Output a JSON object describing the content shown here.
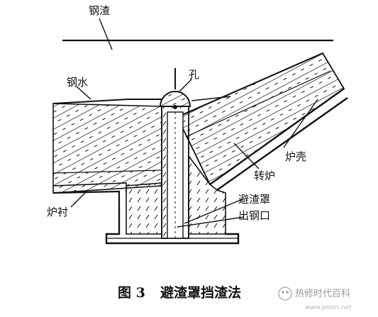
{
  "labels": {
    "slag": "钢渣",
    "molten_steel": "钢水",
    "hole": "孔",
    "furnace_shell": "炉壳",
    "converter": "转炉",
    "slag_shield": "避渣罩",
    "tap_hole": "出钢口",
    "lining": "炉衬"
  },
  "caption": {
    "figure_no": "图 3",
    "title": "避渣罩挡渣法"
  },
  "watermark": {
    "name": "热修时代百科",
    "url": "www.joson.net"
  },
  "colors": {
    "line": "#111111",
    "background": "#ffffff"
  }
}
